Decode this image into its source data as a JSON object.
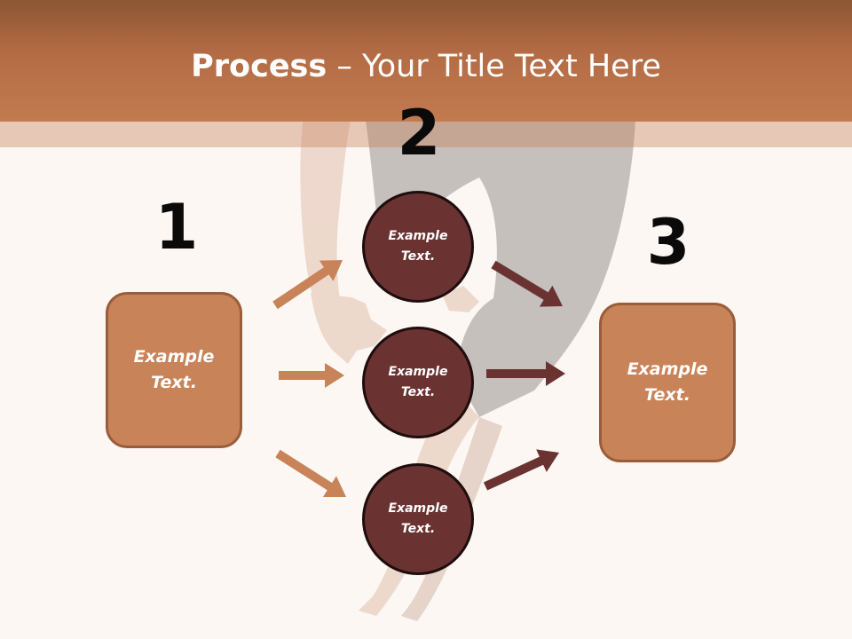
{
  "title": {
    "bold": "Process",
    "rest": " – Your Title Text Here"
  },
  "steps": [
    {
      "number": "1",
      "label": "Example\nText."
    },
    {
      "number": "2",
      "items": [
        "Example\nText.",
        "Example\nText.",
        "Example\nText."
      ]
    },
    {
      "number": "3",
      "label": "Example\nText."
    }
  ],
  "colors": {
    "header": "#c27a4f",
    "box_fill": "#c98358",
    "circle_fill": "#6a3332",
    "arrow_light": "#c98358",
    "arrow_dark": "#6a3332"
  }
}
